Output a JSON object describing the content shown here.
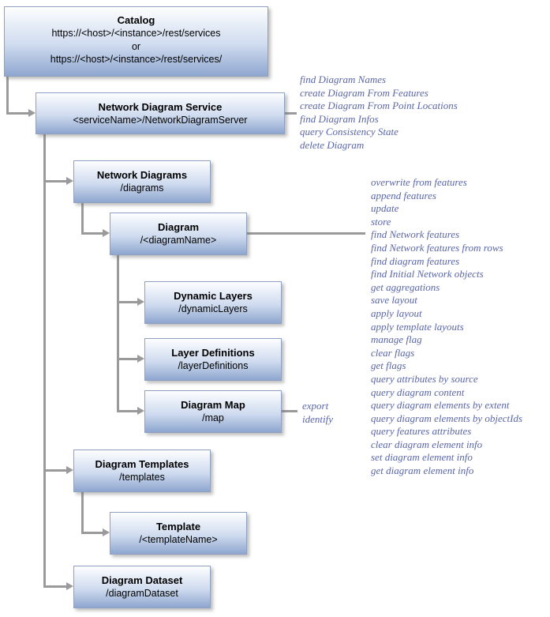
{
  "colors": {
    "box-top": "#fdfeff",
    "box-mid": "#cfdbef",
    "box-bottom": "#8ea6cf",
    "box-border": "#8fa0c0",
    "connector": "#9a9a9a",
    "op-text": "#5a66a8",
    "title-text": "#000000"
  },
  "catalog": {
    "title": "Catalog",
    "url1": "https://<host>/<instance>/rest/services",
    "or_label": "or",
    "url2": "https://<host>/<instance>/rest/services/"
  },
  "nodes": {
    "service": {
      "title": "Network Diagram Service",
      "path": "<serviceName>/NetworkDiagramServer"
    },
    "diagrams": {
      "title": "Network Diagrams",
      "path": "/diagrams"
    },
    "diagram": {
      "title": "Diagram",
      "path": "/<diagramName>"
    },
    "dynamic_layers": {
      "title": "Dynamic Layers",
      "path": "/dynamicLayers"
    },
    "layer_definitions": {
      "title": "Layer Definitions",
      "path": "/layerDefinitions"
    },
    "diagram_map": {
      "title": "Diagram Map",
      "path": "/map"
    },
    "diagram_templates": {
      "title": "Diagram Templates",
      "path": "/templates"
    },
    "template": {
      "title": "Template",
      "path": "/<templateName>"
    },
    "diagram_dataset": {
      "title": "Diagram Dataset",
      "path": "/diagramDataset"
    }
  },
  "operations": {
    "service": [
      "find Diagram Names",
      "create Diagram From Features",
      "create Diagram From Point Locations",
      "find Diagram Infos",
      "query Consistency State",
      "delete Diagram"
    ],
    "diagram": [
      "overwrite from features",
      "append features",
      "update",
      "store",
      "find Network features",
      "find Network features from rows",
      "find diagram features",
      "find Initial Network objects",
      "get aggregations",
      "save layout",
      "apply layout",
      "apply template layouts",
      "manage flag",
      "clear flags",
      "get flags",
      "query attributes by source",
      "query diagram content",
      "query diagram elements by extent",
      "query diagram elements by objectIds",
      "query features attributes",
      "clear diagram element info",
      "set diagram element info",
      "get diagram element info"
    ],
    "map": [
      "export",
      "identify"
    ]
  }
}
